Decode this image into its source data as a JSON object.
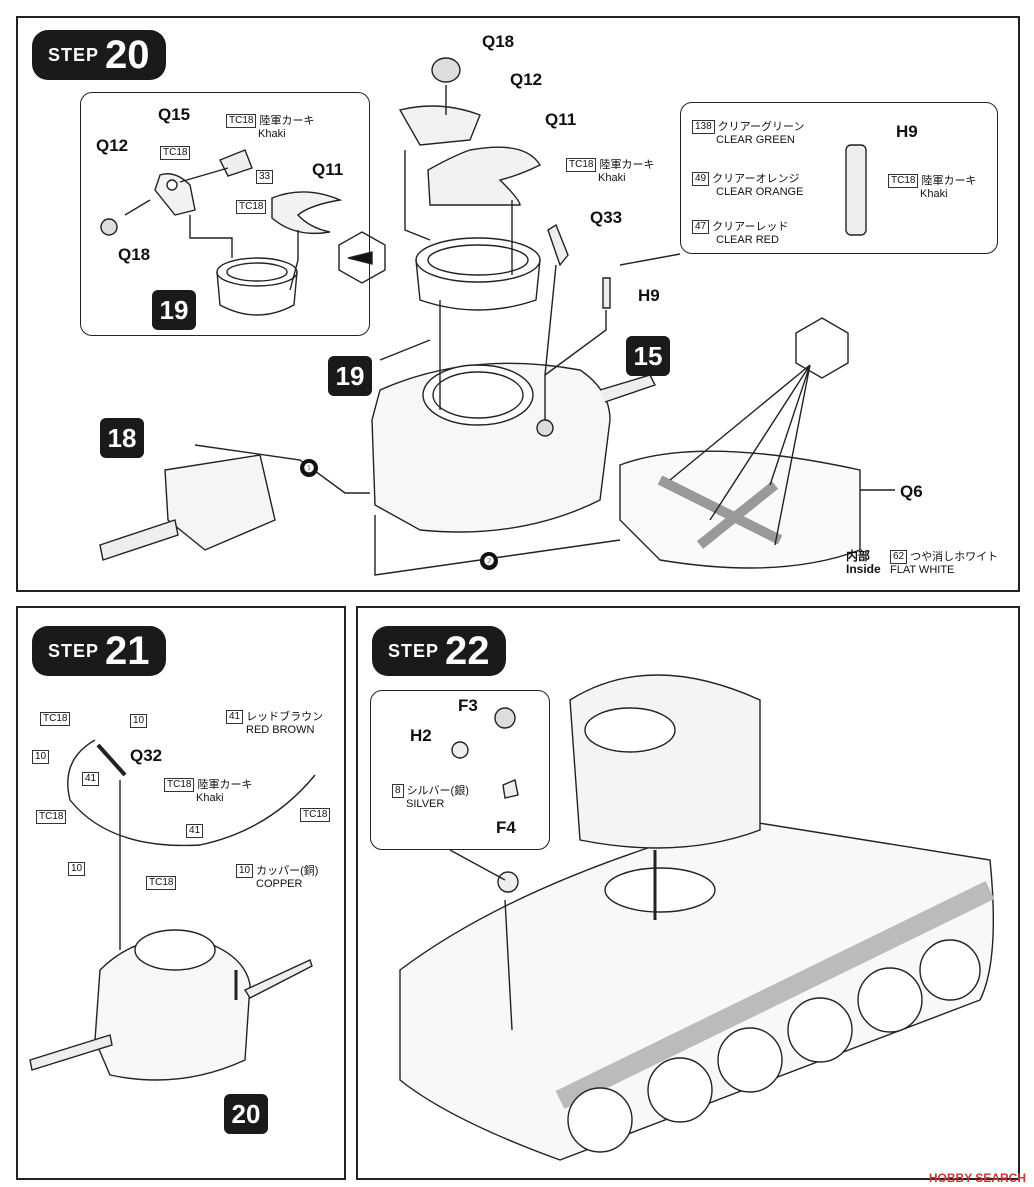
{
  "step20": {
    "word": "STEP",
    "num": "20",
    "parts": {
      "q18_top": "Q18",
      "q12_top": "Q12",
      "q11_top": "Q11",
      "q33": "Q33",
      "h9_mid": "H9",
      "q6": "Q6",
      "q15_sub": "Q15",
      "q12_sub": "Q12",
      "q11_sub": "Q11",
      "q18_sub": "Q18",
      "h9_box": "H9"
    },
    "badges": {
      "b19_sub": "19",
      "b19": "19",
      "b18": "18",
      "b15": "15"
    },
    "circles": {
      "c1": "❶",
      "c2": "❷"
    },
    "paint": {
      "tc18": "TC18",
      "khaki_jp": "陸軍カーキ",
      "khaki_en": "Khaki",
      "c33": "33",
      "c138": "138",
      "clear_green_jp": "クリアーグリーン",
      "clear_green_en": "CLEAR GREEN",
      "c49": "49",
      "clear_orange_jp": "クリアーオレンジ",
      "clear_orange_en": "CLEAR ORANGE",
      "c47": "47",
      "clear_red_jp": "クリアーレッド",
      "clear_red_en": "CLEAR RED",
      "inside_jp": "内部",
      "inside_en": "Inside",
      "c62": "62",
      "flat_white_jp": "つや消しホワイト",
      "flat_white_en": "FLAT WHITE"
    }
  },
  "step21": {
    "word": "STEP",
    "num": "21",
    "q32": "Q32",
    "badge20": "20",
    "paint": {
      "tc18": "TC18",
      "c10": "10",
      "c41": "41",
      "red_brown_jp": "レッドブラウン",
      "red_brown_en": "RED BROWN",
      "khaki_jp": "陸軍カーキ",
      "khaki_en": "Khaki",
      "copper_jp": "カッパー(銅)",
      "copper_en": "COPPER"
    }
  },
  "step22": {
    "word": "STEP",
    "num": "22",
    "parts": {
      "f3": "F3",
      "h2": "H2",
      "f4": "F4"
    },
    "paint": {
      "c8": "8",
      "silver_jp": "シルバー(銀)",
      "silver_en": "SILVER"
    }
  },
  "watermark": "HOBBY SEARCH"
}
